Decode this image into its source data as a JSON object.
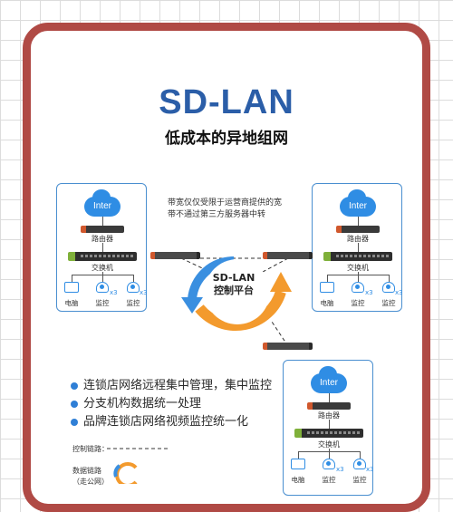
{
  "title": "SD-LAN",
  "subtitle": "低成本的异地组网",
  "note": {
    "line1": "带宽仅仅受限于运营商提供的宽",
    "line2": "带不通过第三方服务器中转"
  },
  "platform": {
    "line1": "SD-LAN",
    "line2": "控制平台"
  },
  "network": {
    "cloud_label": "Inter",
    "router_label": "路由器",
    "switch_label": "交换机",
    "pc_label": "电脑",
    "camera_label": "监控",
    "multiplier": "x3"
  },
  "bullets": [
    "连锁店网络远程集中管理，集中监控",
    "分支机构数据统一处理",
    "品牌连锁店网络视频监控统一化"
  ],
  "legend": {
    "control_label": "控制链路：",
    "data_label_line1": "数据链路",
    "data_label_line2": "（走公网）"
  },
  "colors": {
    "frame": "#b04a45",
    "title": "#2b5ea8",
    "accent_blue": "#2f8de4",
    "arrow_orange": "#f39a2d",
    "arrow_blue": "#3a8fe0"
  }
}
